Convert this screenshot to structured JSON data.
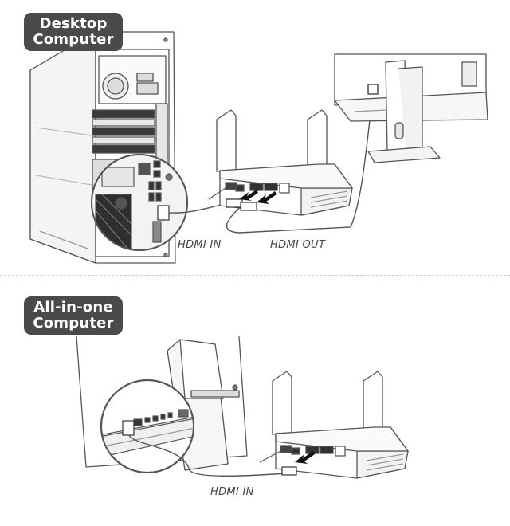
{
  "sections": [
    {
      "title_line1": "Desktop",
      "title_line2": "Computer",
      "labels": {
        "hdmi_in": "HDMI IN",
        "hdmi_out": "HDMI OUT"
      }
    },
    {
      "title_line1": "All-in-one",
      "title_line2": "Computer",
      "labels": {
        "hdmi_in": "HDMI IN"
      }
    }
  ],
  "colors": {
    "badge_bg": "#4a4a4a",
    "line": "#555555",
    "arrow": "#111111"
  },
  "icons": [
    "desktop-tower-illustration",
    "router-illustration",
    "monitor-illustration",
    "all-in-one-illustration",
    "hdmi-plug-icon",
    "arrow-icon"
  ]
}
